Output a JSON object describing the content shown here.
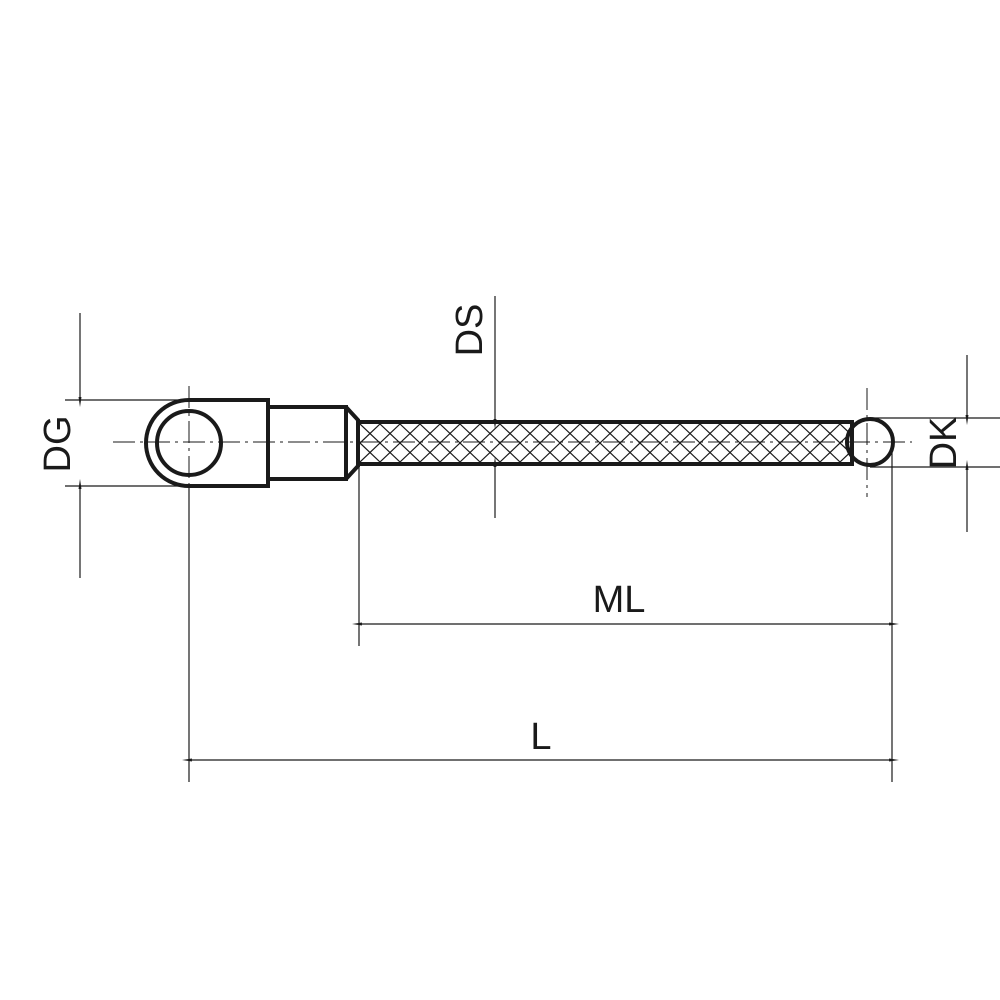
{
  "labels": {
    "dg": "DG",
    "ds": "DS",
    "dk": "DK",
    "ml": "ML",
    "l": "L"
  },
  "colors": {
    "line": "#1a1a1a",
    "background": "#ffffff"
  }
}
